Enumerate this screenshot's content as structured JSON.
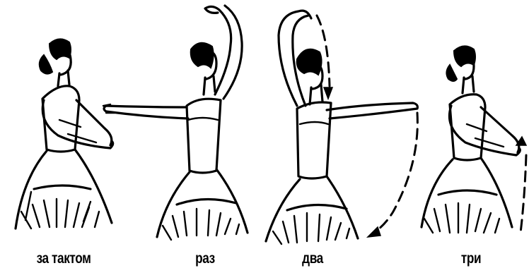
{
  "figures": [
    {
      "label": "за тактом",
      "icon": "dancer-arms-preparatory-position"
    },
    {
      "label": "раз",
      "icon": "dancer-right-arm-raised-left-arm-side"
    },
    {
      "label": "два",
      "icon": "dancer-arm-lowering-arc-arrow"
    },
    {
      "label": "три",
      "icon": "dancer-arms-preparatory-return-arrow"
    }
  ]
}
